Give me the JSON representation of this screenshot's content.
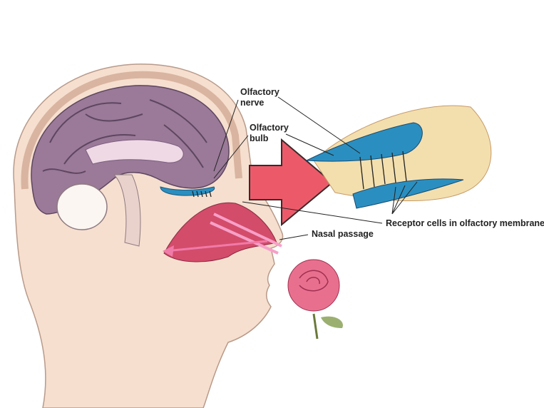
{
  "labels": {
    "olfactory_nerve": [
      "Olfactory",
      "nerve"
    ],
    "olfactory_bulb": [
      "Olfactory",
      "bulb"
    ],
    "receptor_cells": "Receptor cells in olfactory membrane",
    "nasal_passage": "Nasal passage"
  },
  "colors": {
    "skin": "#f5dccb",
    "brain": "#9a7a98",
    "arrow": "#ec5a6a",
    "membrane_blue": "#2a8fc0",
    "rose": "#e8708e"
  }
}
